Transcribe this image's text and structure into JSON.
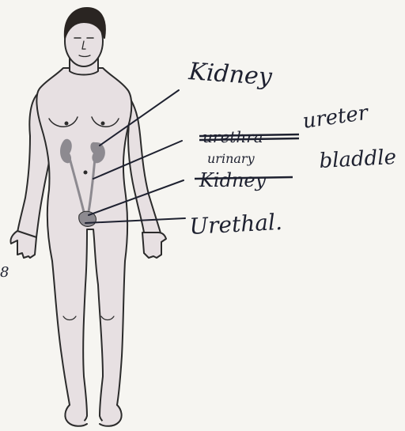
{
  "labels": {
    "kidney": "Kidney",
    "ureter": "ureter",
    "ureter_crossed": "urethra",
    "urinary": "urinary",
    "kidney_crossed": "Kidney",
    "bladder": "bladdle",
    "urethra": "Urethal.",
    "margin_mark": "8"
  },
  "colors": {
    "paper": "#f6f5f1",
    "skin": "#e7e0e2",
    "outline": "#2b2b2b",
    "hair": "#2a2522",
    "organ": "#8d8a90",
    "ink": "#1e2130"
  }
}
